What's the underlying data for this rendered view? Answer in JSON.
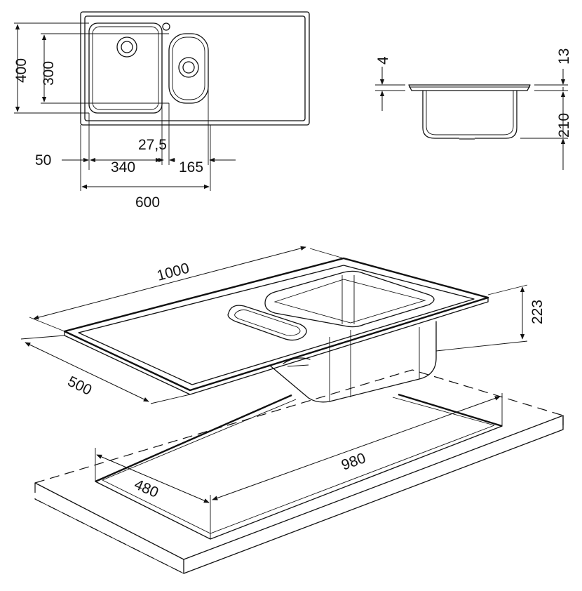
{
  "plan_view": {
    "dim_400": "400",
    "dim_300": "300",
    "dim_27_5": "27,5",
    "dim_50": "50",
    "dim_340": "340",
    "dim_165": "165",
    "dim_600": "600"
  },
  "section_view": {
    "dim_4": "4",
    "dim_13": "13",
    "dim_210": "210"
  },
  "iso_view": {
    "dim_1000": "1000",
    "dim_500": "500",
    "dim_223": "223",
    "dim_980": "980",
    "dim_480": "480"
  },
  "colors": {
    "line": "#111111",
    "background": "#ffffff"
  }
}
